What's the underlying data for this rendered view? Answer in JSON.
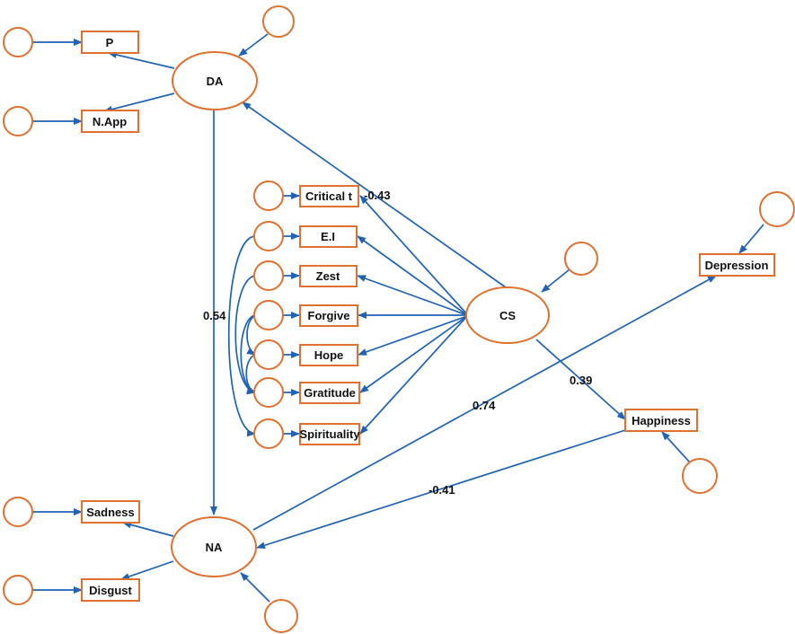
{
  "colors": {
    "node_stroke": "#E0702E",
    "edge": "#1F63B5",
    "text": "#111111"
  },
  "latent": {
    "da": "DA",
    "na": "NA",
    "cs": "CS"
  },
  "indicators": {
    "p": "P",
    "napp": "N.App",
    "critical": "Critical t",
    "ei": "E.I",
    "zest": "Zest",
    "forgive": "Forgive",
    "hope": "Hope",
    "gratitude": "Gratitude",
    "spirituality": "Spirituality",
    "sadness": "Sadness",
    "disgust": "Disgust",
    "depression": "Depression",
    "happiness": "Happiness"
  },
  "coefficients": {
    "cs_da": "-0.43",
    "da_na": "0.54",
    "cs_happiness": "0.39",
    "na_depression": "0.74",
    "happiness_na": "-0.41"
  }
}
